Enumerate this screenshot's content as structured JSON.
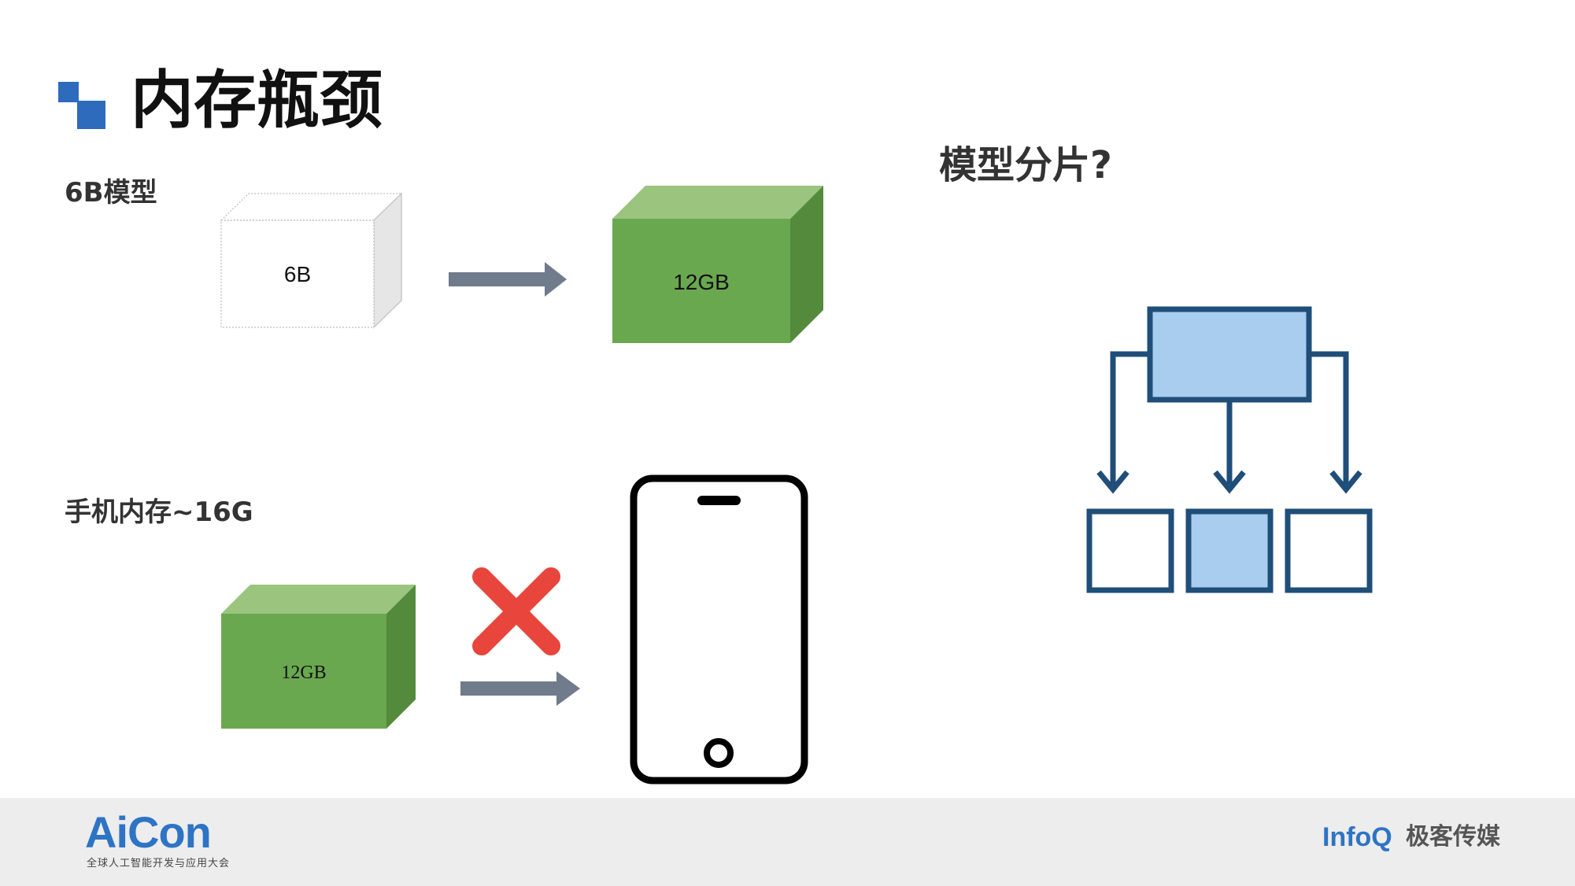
{
  "slide": {
    "title": "内存瓶颈",
    "model_label": "6B模型",
    "phone_label": "手机内存~16G",
    "sharding_question": "模型分片?"
  },
  "boxes": {
    "params_box_label": "6B",
    "memory_box_label": "12GB",
    "phone_box_label": "12GB"
  },
  "colors": {
    "accent_blue": "#2e6bbd",
    "box_green_front": "#6aa84f",
    "box_green_top": "#9bc47f",
    "box_green_side": "#548a3c",
    "arrow_gray": "#707b8c",
    "cross_red": "#e8453c",
    "diagram_stroke": "#1f4e79",
    "diagram_fill": "#a8cdef"
  },
  "icons": {
    "arrow": "right-arrow-icon",
    "cross": "cross-icon",
    "phone": "smartphone-icon",
    "hierarchy": "hierarchy-diagram-icon"
  },
  "footer": {
    "aicon_logo": "AiCon",
    "aicon_subtitle": "全球人工智能开发与应用大会",
    "infoq_logo": "InfoQ",
    "infoq_brand": "极客传媒"
  }
}
